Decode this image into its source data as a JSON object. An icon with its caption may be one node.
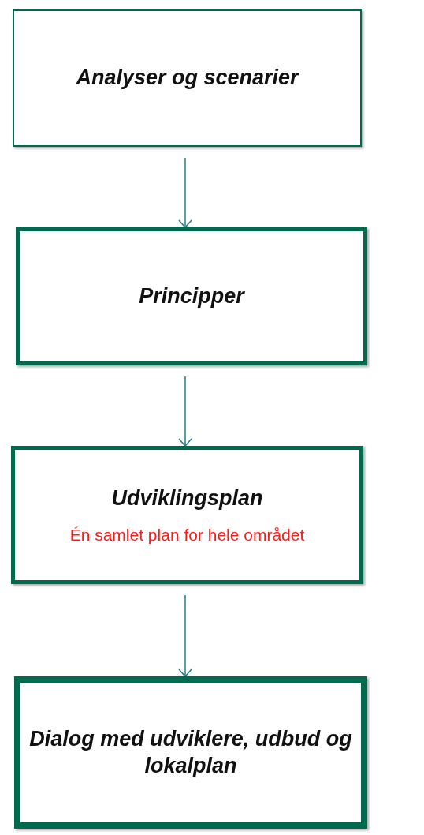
{
  "diagram": {
    "nodes": [
      {
        "text": [
          "Analyser og scenarier"
        ]
      },
      {
        "text": [
          "Principper"
        ]
      },
      {
        "text": [
          "Udviklingsplan",
          "Én samlet plan for hele området"
        ]
      },
      {
        "text": [
          "Dialog med udviklere, udbud og lokalplan"
        ]
      }
    ],
    "edges": [
      {
        "from": 0,
        "to": 1,
        "arrow": "to"
      },
      {
        "from": 1,
        "to": 2,
        "arrow": "to"
      },
      {
        "from": 2,
        "to": 3,
        "arrow": "to"
      }
    ]
  }
}
